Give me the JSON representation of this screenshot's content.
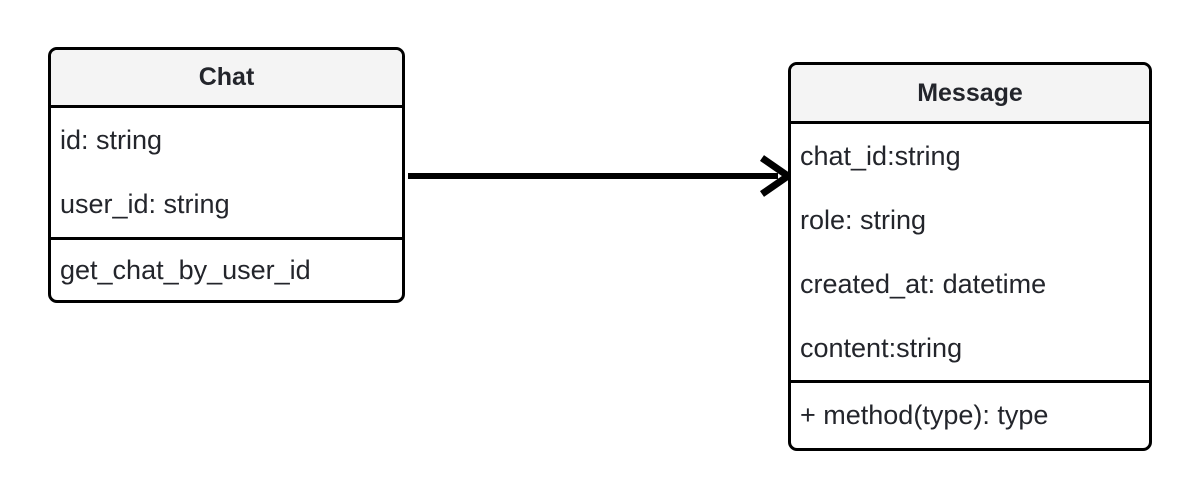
{
  "diagram": {
    "type": "uml-class-diagram",
    "background_color": "#ffffff",
    "border_color": "#000000",
    "header_fill": "#f4f4f4",
    "text_color": "#23252b"
  },
  "classes": [
    {
      "id": "chat",
      "name": "Chat",
      "attributes": [
        "id: string",
        "user_id: string"
      ],
      "methods": [
        "get_chat_by_user_id"
      ]
    },
    {
      "id": "message",
      "name": "Message",
      "attributes": [
        "chat_id:string",
        "role: string",
        "created_at: datetime",
        "content:string"
      ],
      "methods": [
        "+ method(type): type"
      ]
    }
  ],
  "relationships": [
    {
      "id": "chat-to-message",
      "from": "Chat",
      "to": "Message",
      "style": "solid",
      "arrowhead": "open",
      "label": ""
    }
  ]
}
